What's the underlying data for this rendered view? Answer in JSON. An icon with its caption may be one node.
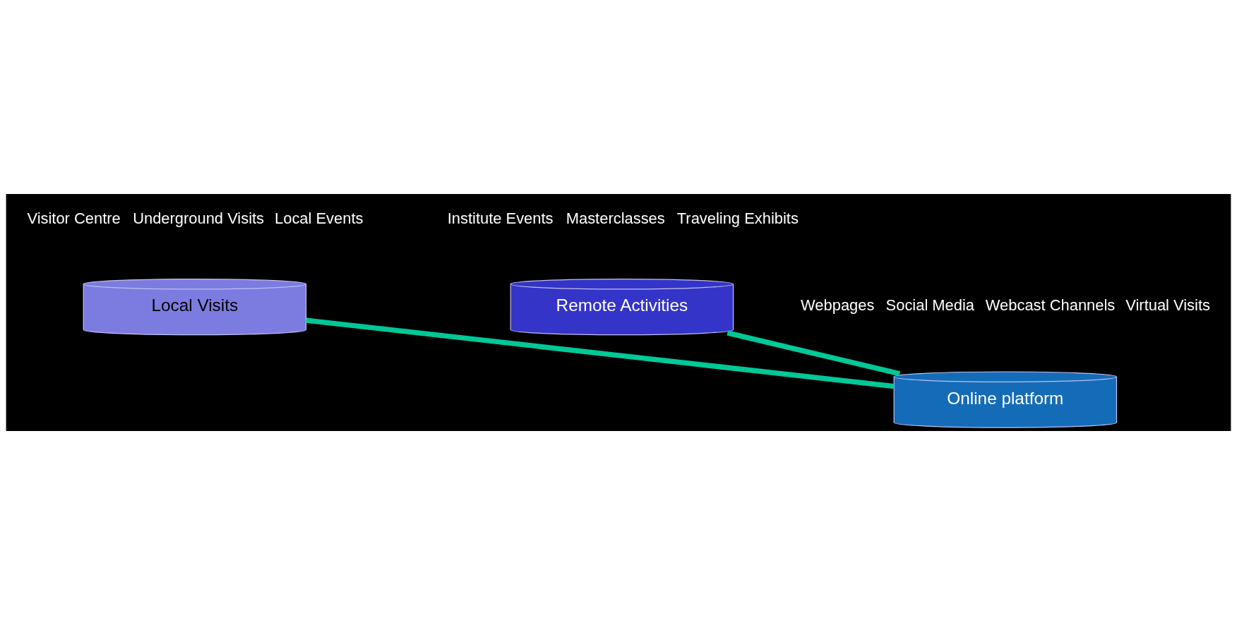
{
  "diagram": {
    "nodes": [
      {
        "text": [
          "Local Visits"
        ],
        "beside": [
          "Visitor Centre",
          "Underground Visits",
          "Local Events"
        ]
      },
      {
        "text": [
          "Online platform"
        ],
        "beside": [
          "Webpages",
          "Social Media",
          "Webcast Channels",
          "Virtual Visits"
        ]
      },
      {
        "text": [
          "Remote Activities"
        ],
        "beside": [
          "Institute Events",
          "Masterclasses",
          "Traveling Exhibits"
        ]
      }
    ],
    "edges": [
      {
        "from": 0,
        "to": 1,
        "arrow": "none"
      },
      {
        "from": 1,
        "to": 2,
        "arrow": "none"
      }
    ]
  }
}
